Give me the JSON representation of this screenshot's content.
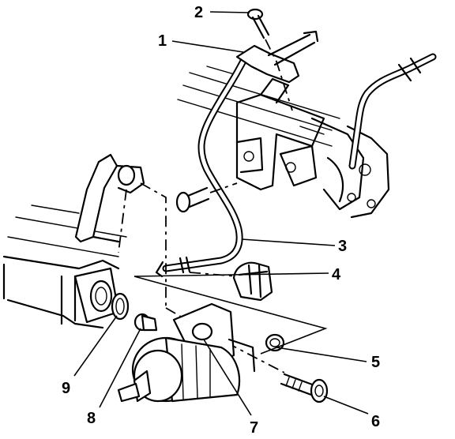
{
  "diagram": {
    "callouts": [
      {
        "id": "1",
        "label": "1"
      },
      {
        "id": "2",
        "label": "2"
      },
      {
        "id": "3",
        "label": "3"
      },
      {
        "id": "4",
        "label": "4"
      },
      {
        "id": "5",
        "label": "5"
      },
      {
        "id": "6",
        "label": "6"
      },
      {
        "id": "7",
        "label": "7"
      },
      {
        "id": "8",
        "label": "8"
      },
      {
        "id": "9",
        "label": "9"
      }
    ],
    "parts": [
      {
        "callout": "1",
        "icon": "fuel-return-pipe-bracket-icon"
      },
      {
        "callout": "2",
        "icon": "bracket-bolt-icon"
      },
      {
        "callout": "3",
        "icon": "fuel-return-pipe-icon"
      },
      {
        "callout": "4",
        "icon": "retainer-clip-icon"
      },
      {
        "callout": "5",
        "icon": "o-ring-seal-icon"
      },
      {
        "callout": "6",
        "icon": "regulator-mounting-bolt-icon"
      },
      {
        "callout": "7",
        "icon": "fuel-pressure-regulator-icon"
      },
      {
        "callout": "8",
        "icon": "regulator-inlet-seal-icon"
      },
      {
        "callout": "9",
        "icon": "fuel-rail-o-ring-icon"
      }
    ],
    "colors": {
      "line": "#000000",
      "background": "#ffffff"
    }
  }
}
